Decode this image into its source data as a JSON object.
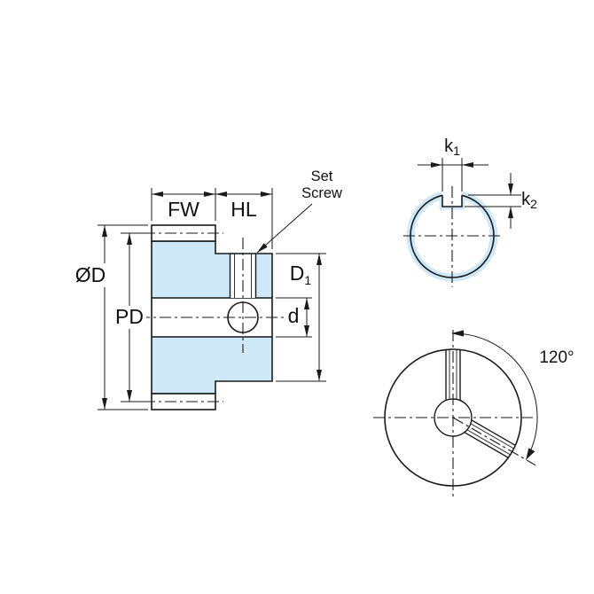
{
  "colors": {
    "section_fill": "#cfe8f8",
    "line_color": "#1a1a1a",
    "background": "#ffffff"
  },
  "side_view": {
    "fw_label": "FW",
    "hl_label": "HL",
    "set_screw_label_line1": "Set",
    "set_screw_label_line2": "Screw",
    "outer_diameter_label": "ØD",
    "pitch_diameter_label": "PD",
    "hub_diameter_label_base": "D",
    "hub_diameter_label_sub": "1",
    "bore_diameter_label": "d"
  },
  "keyway_detail_view": {
    "keyway_width_label_base": "k",
    "keyway_width_label_sub": "1",
    "keyway_depth_label_base": "k",
    "keyway_depth_label_sub": "2"
  },
  "front_view": {
    "set_screw_angle_label": "120°"
  }
}
